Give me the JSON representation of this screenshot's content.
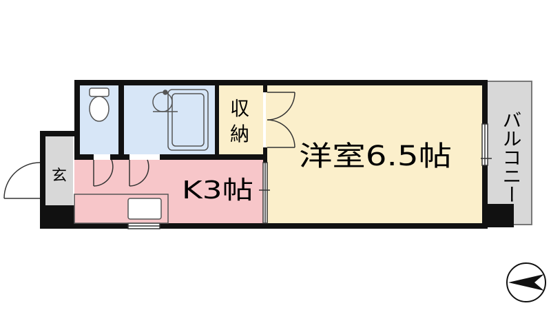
{
  "rooms": {
    "western_room": {
      "label": "洋室6.5帖",
      "color": "#FBEFCB"
    },
    "kitchen": {
      "label": "K3帖",
      "color": "#F7C6C9"
    },
    "storage": {
      "line1": "収",
      "line2": "納",
      "color": "#FBEFCB"
    },
    "entrance": {
      "label": "玄",
      "color": "#D8D8D8"
    },
    "balcony": {
      "label": "バルコニー",
      "color": "#D8D8D8"
    },
    "wet_area_color": "#D7E6F7"
  },
  "colors": {
    "wall": "#111111",
    "fixture": "#555555",
    "white": "#FFFFFF"
  },
  "icons": {
    "compass": "compass-north-arrow-icon",
    "toilet": "toilet-icon",
    "bathtub": "bathtub-icon",
    "sink": "kitchen-sink-icon"
  }
}
